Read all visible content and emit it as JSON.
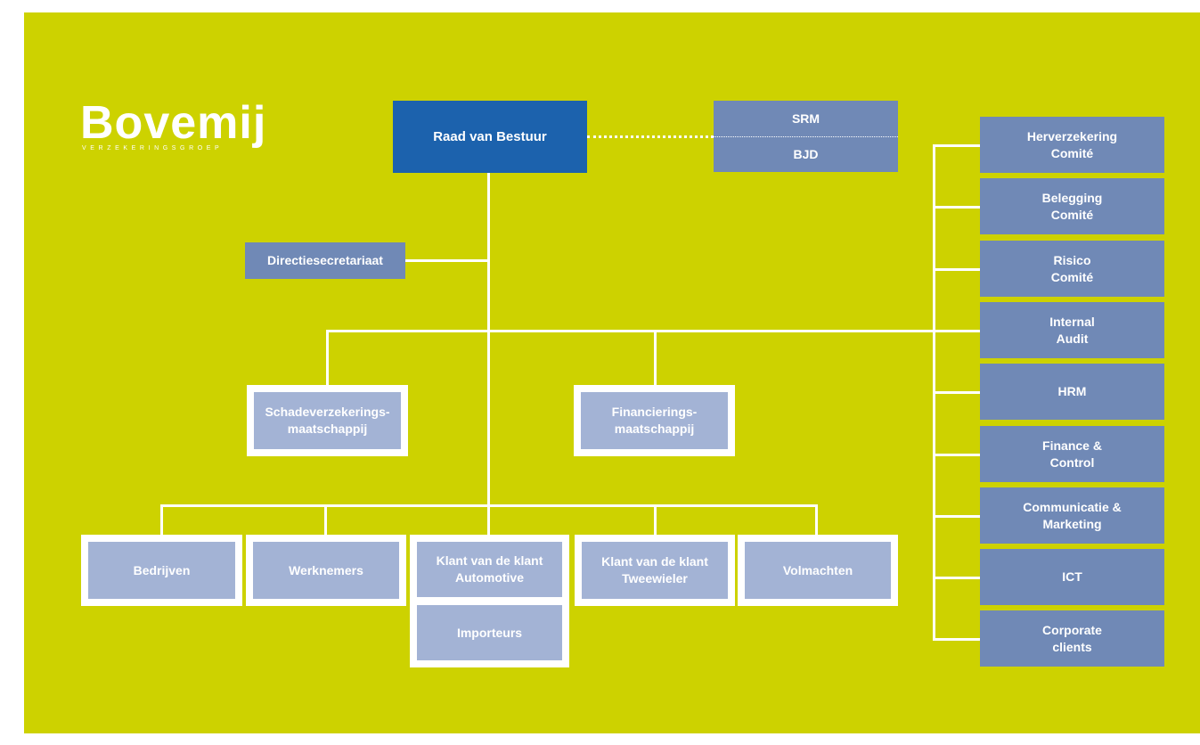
{
  "logo": {
    "word": "Bovemij",
    "subtitle": "VERZEKERINGSGROEP"
  },
  "top": {
    "label": "Raad van Bestuur"
  },
  "advisors": {
    "top": "SRM",
    "bottom": "BJD"
  },
  "secretariat": "Directiesecretariaat",
  "companies": [
    {
      "label": "Schadeverzekerings-\nmaatschappij"
    },
    {
      "label": "Financierings-\nmaatschappij"
    }
  ],
  "units": [
    {
      "label": "Bedrijven"
    },
    {
      "label": "Werknemers"
    },
    {
      "label": "Klant van de klant\nAutomotive"
    },
    {
      "label": "Klant van de klant\nTweewieler"
    },
    {
      "label": "Volmachten"
    }
  ],
  "sub_unit": {
    "label": "Importeurs"
  },
  "staff": [
    {
      "label": "Herverzekering\nComité"
    },
    {
      "label": "Belegging\nComité"
    },
    {
      "label": "Risico\nComité"
    },
    {
      "label": "Internal\nAudit"
    },
    {
      "label": "HRM"
    },
    {
      "label": "Finance &\nControl"
    },
    {
      "label": "Communicatie &\nMarketing"
    },
    {
      "label": "ICT"
    },
    {
      "label": "Corporate\nclients"
    }
  ],
  "colors": {
    "background": "#cdd200",
    "top_box": "#1c62ad",
    "side_box": "#7089b6",
    "inner_box": "#a3b3d5",
    "lines": "#ffffff"
  }
}
